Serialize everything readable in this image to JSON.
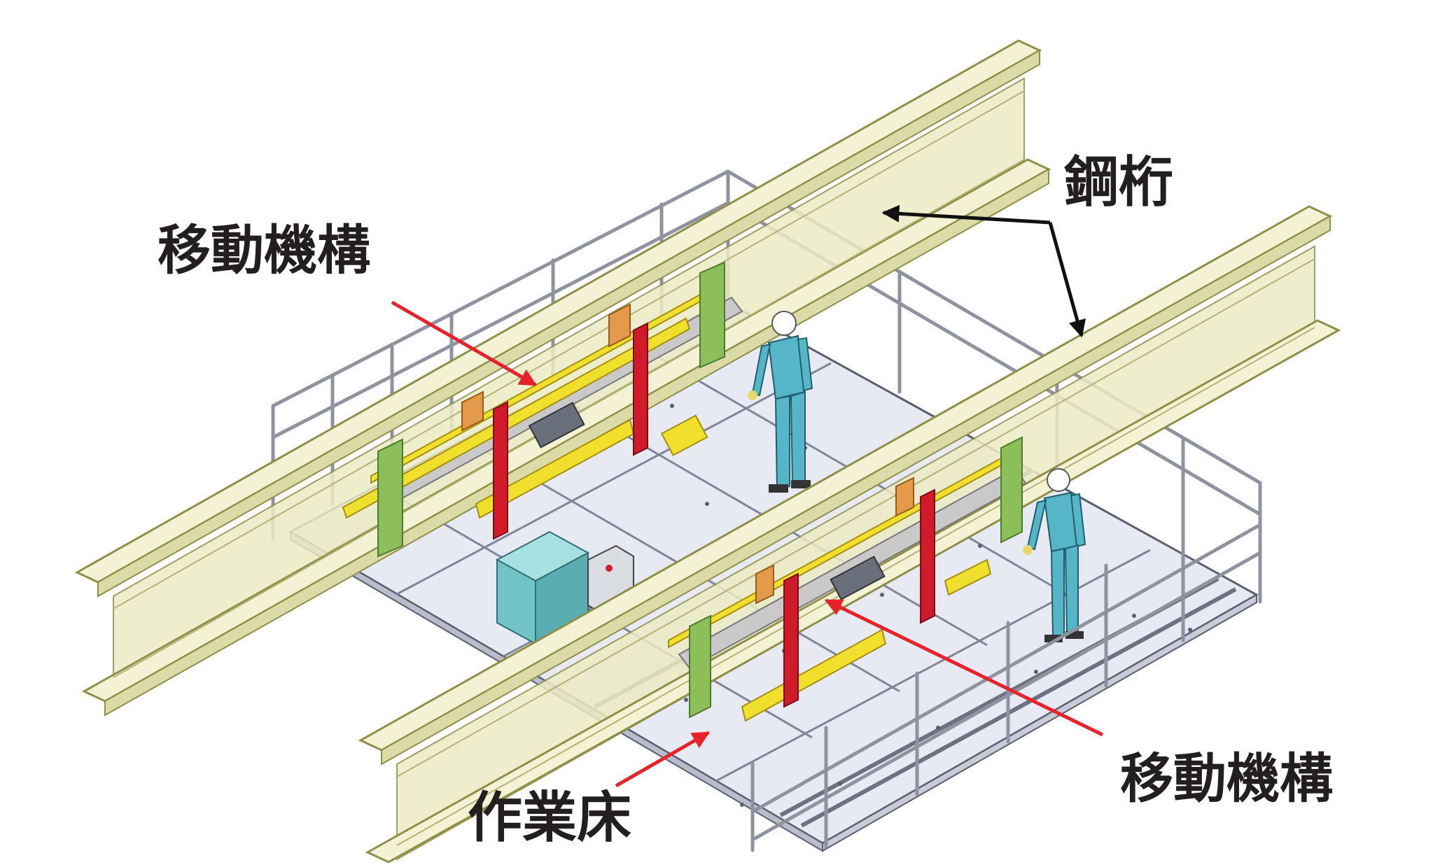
{
  "labels": {
    "moving_mechanism_top": "移動機構",
    "steel_girder": "鋼桁",
    "moving_mechanism_bottom": "移動機構",
    "work_floor": "作業床"
  },
  "colors": {
    "girder_fill": "#ecebc4",
    "girder_stroke": "#8f8f4a",
    "floor_fill": "#e7e9f3",
    "floor_stroke": "#5a5e6e",
    "rail": "#7c8191",
    "mechanism_yellow": "#f1df2e",
    "column_red": "#d01b2a",
    "bracket_green": "#8cbf5a",
    "worker_teal": "#56b6c7",
    "unit_teal": "#72c3c6",
    "arrow_red": "#e8222b",
    "arrow_black": "#111111"
  },
  "icons": {
    "worker": "person-icon",
    "helmet": "helmet-icon"
  }
}
